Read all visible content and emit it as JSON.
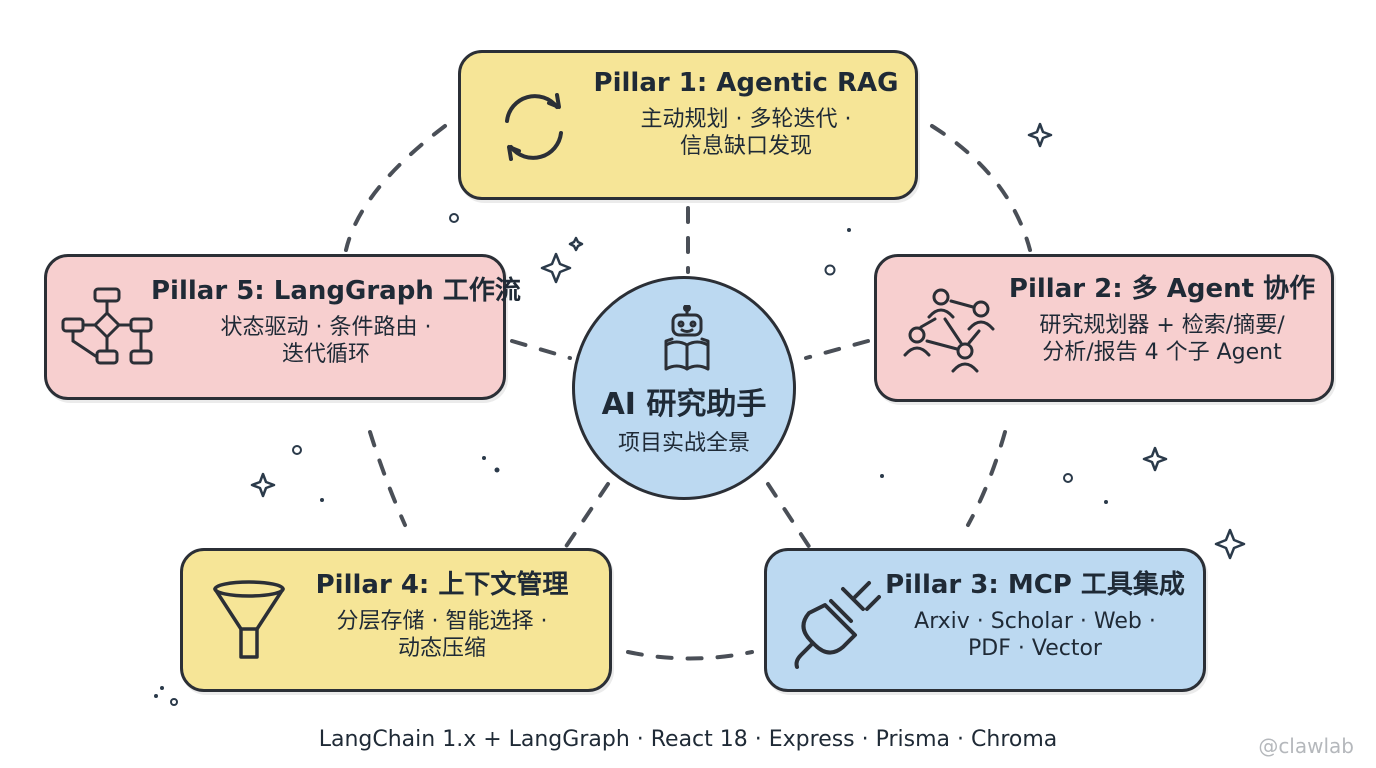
{
  "center": {
    "title": "AI 研究助手",
    "subtitle": "项目实战全景",
    "icon": "robot-reading-icon"
  },
  "pillars": [
    {
      "title": "Pillar 1: Agentic RAG",
      "lines": [
        "主动规划 · 多轮迭代 ·",
        "信息缺口发现"
      ],
      "icon": "refresh-cycle-icon",
      "color": "#f6e597"
    },
    {
      "title": "Pillar 2: 多 Agent 协作",
      "lines": [
        "研究规划器 + 检索/摘要/",
        "分析/报告 4 个子 Agent"
      ],
      "icon": "people-network-icon",
      "color": "#f7cfcf"
    },
    {
      "title": "Pillar 3: MCP 工具集成",
      "lines": [
        "Arxiv · Scholar · Web ·",
        "PDF · Vector"
      ],
      "icon": "plug-icon",
      "color": "#bcd9f1"
    },
    {
      "title": "Pillar 4: 上下文管理",
      "lines": [
        "分层存储 · 智能选择 ·",
        "动态压缩"
      ],
      "icon": "funnel-icon",
      "color": "#f6e597"
    },
    {
      "title": "Pillar 5: LangGraph 工作流",
      "lines": [
        "状态驱动 · 条件路由 ·",
        "迭代循环"
      ],
      "icon": "flowchart-icon",
      "color": "#f7cfcf"
    }
  ],
  "footer": "LangChain 1.x + LangGraph · React 18 · Express · Prisma · Chroma",
  "watermark": "@clawlab"
}
